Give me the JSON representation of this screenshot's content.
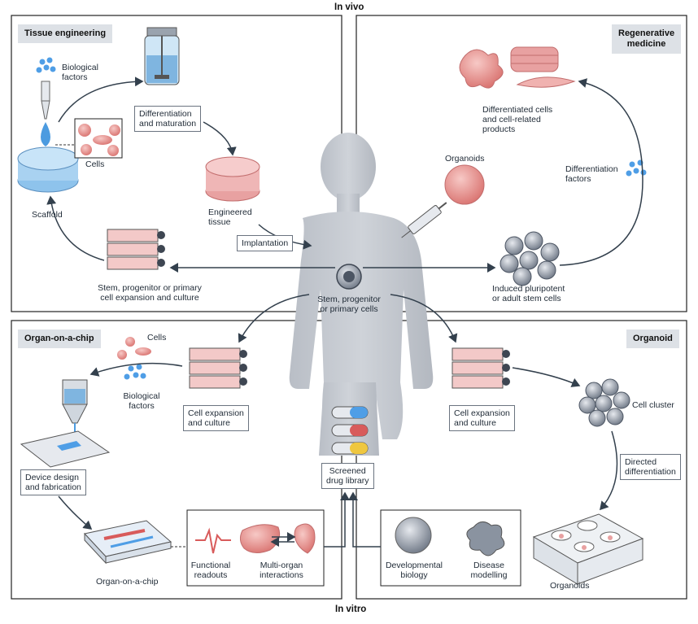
{
  "axis": {
    "top": "In vivo",
    "bottom": "In vitro"
  },
  "panels": {
    "tissue_engineering": "Tissue engineering",
    "regenerative_medicine": "Regenerative\nmedicine",
    "organ_on_chip": "Organ-on-a-chip",
    "organoid": "Organoid"
  },
  "tissue": {
    "biological_factors": "Biological\nfactors",
    "differentiation": "Differentiation\nand maturation",
    "cells": "Cells",
    "scaffold": "Scaffold",
    "engineered_tissue": "Engineered\ntissue",
    "implantation": "Implantation",
    "stem_expansion": "Stem, progenitor or primary\ncell expansion and culture"
  },
  "regen": {
    "differentiated": "Differentiated cells\nand cell-related\nproducts",
    "organoids": "Organoids",
    "differentiation_factors": "Differentiation\nfactors",
    "ipsc": "Induced pluripotent\nor adult stem cells"
  },
  "center": {
    "stem_cells": "Stem, progenitor\nor primary cells",
    "screened": "Screened\ndrug library"
  },
  "chip": {
    "cells": "Cells",
    "biological_factors": "Biological\nfactors",
    "cell_expansion": "Cell expansion\nand culture",
    "device_design": "Device design\nand fabrication",
    "organ_on_chip": "Organ-on-a-chip",
    "functional": "Functional\nreadouts",
    "multi_organ": "Multi-organ\ninteractions"
  },
  "organoid": {
    "cell_expansion": "Cell expansion\nand culture",
    "cell_cluster": "Cell cluster",
    "directed": "Directed\ndifferentiation",
    "organoids": "Organoids",
    "developmental": "Developmental\nbiology",
    "disease": "Disease\nmodelling"
  }
}
